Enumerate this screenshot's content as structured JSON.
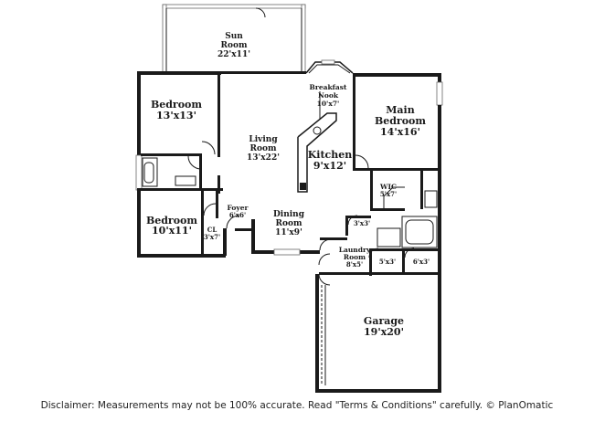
{
  "rooms": {
    "sun_room": {
      "name": "Sun\nRoom",
      "size": "22'x11'"
    },
    "bedroom_1": {
      "name": "Bedroom",
      "size": "13'x13'"
    },
    "breakfast_nook": {
      "name": "Breakfast\nNook",
      "size": "10'x7'"
    },
    "main_bedroom": {
      "name": "Main\nBedroom",
      "size": "14'x16'"
    },
    "living_room": {
      "name": "Living\nRoom",
      "size": "13'x22'"
    },
    "kitchen": {
      "name": "Kitchen",
      "size": "9'x12'"
    },
    "wic": {
      "name": "WIC",
      "size": "5'x7'"
    },
    "bedroom_2": {
      "name": "Bedroom",
      "size": "10'x11'"
    },
    "foyer": {
      "name": "Foyer",
      "size": "6'x6'"
    },
    "closet": {
      "name": "CL",
      "size": "3'x7'"
    },
    "dining_room": {
      "name": "Dining\nRoom",
      "size": "11'x9'"
    },
    "small_closet": {
      "name": "",
      "size": "3'x3'"
    },
    "laundry_room": {
      "name": "Laundry\nRoom",
      "size": "8'x5'"
    },
    "storage_1": {
      "name": "",
      "size": "5'x3'"
    },
    "storage_2": {
      "name": "",
      "size": "6'x3'"
    },
    "garage": {
      "name": "Garage",
      "size": "19'x20'"
    }
  },
  "footer": {
    "disclaimer": "Disclaimer: Measurements may not be 100% accurate. Read \"Terms & Conditions\" carefully. © PlanOmatic"
  }
}
